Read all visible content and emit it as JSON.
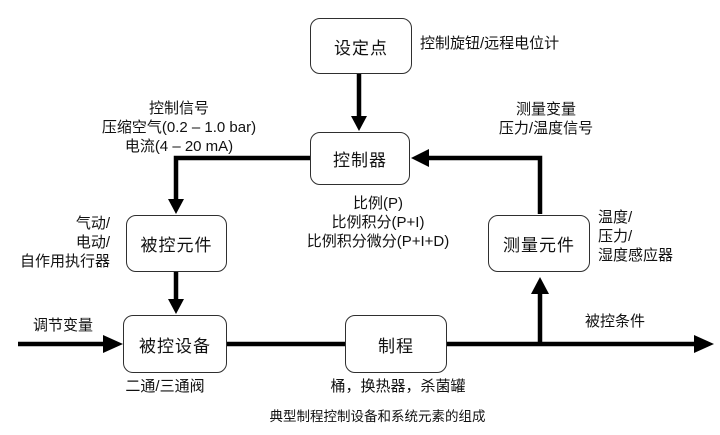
{
  "diagram": {
    "caption": "典型制程控制设备和系统元素的组成",
    "boxes": {
      "setpoint": "设定点",
      "controller": "控制器",
      "final_control_element": "被控元件",
      "measuring_element": "测量元件",
      "controlled_device": "被控设备",
      "process": "制程"
    },
    "annotations": {
      "setpoint_note": "控制旋钮/远程电位计",
      "control_signal": {
        "lines": [
          "控制信号",
          "压缩空气(0.2 – 1.0 bar)",
          "电流(4 – 20 mA)"
        ]
      },
      "measured_variable": {
        "lines": [
          "测量变量",
          "压力/温度信号"
        ]
      },
      "control_modes": {
        "lines": [
          "比例(P)",
          "比例积分(P+I)",
          "比例积分微分(P+I+D)"
        ]
      },
      "actuator_types": {
        "lines": [
          "气动/",
          "电动/",
          "自作用执行器"
        ]
      },
      "sensor_types": {
        "lines": [
          "温度/",
          "压力/",
          "湿度感应器"
        ]
      },
      "manipulated_variable": "调节变量",
      "controlled_condition": "被控条件",
      "valve_types": "二通/三通阀",
      "process_examples": "桶，换热器，杀菌罐"
    },
    "colors": {
      "line": "#000000",
      "box_border": "#2f2f2f",
      "text": "#111111",
      "background": "#ffffff"
    }
  }
}
